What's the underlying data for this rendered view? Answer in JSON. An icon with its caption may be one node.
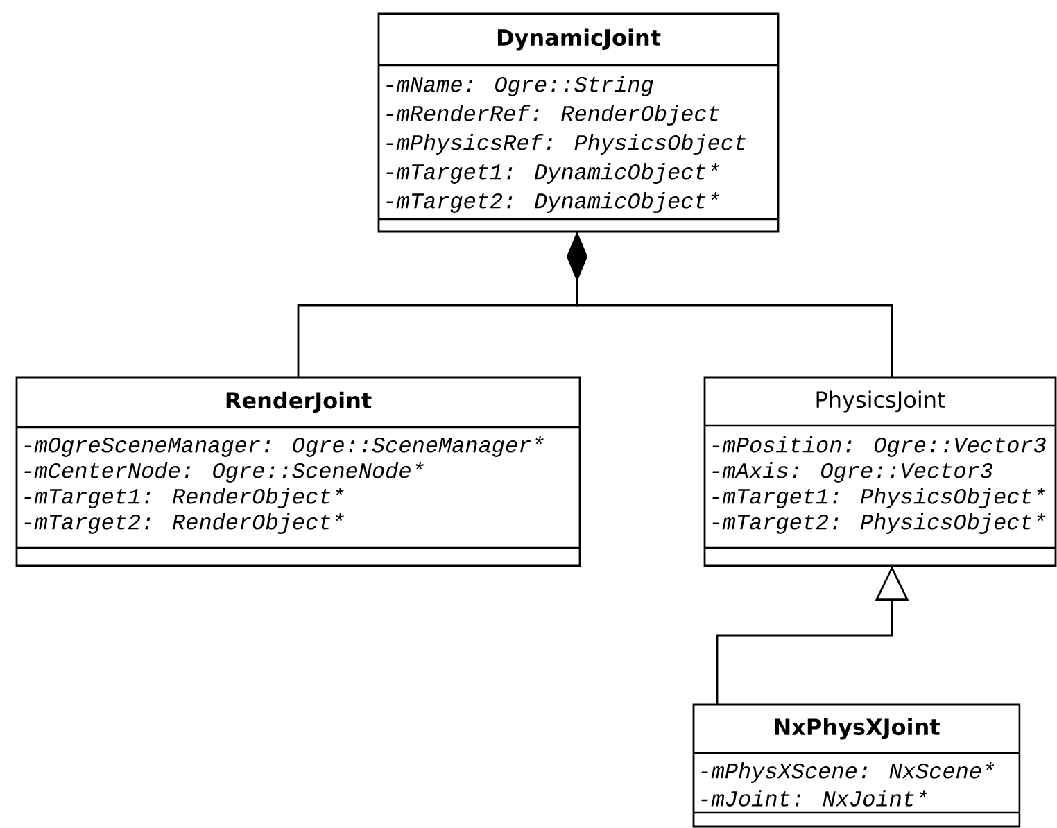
{
  "diagram": {
    "nodes": [
      {
        "text": [
          "DynamicJoint",
          "-mName: Ogre::String",
          "-mRenderRef: RenderObject",
          "-mPhysicsRef: PhysicsObject",
          "-mTarget1: DynamicObject*",
          "-mTarget2: DynamicObject*"
        ]
      },
      {
        "text": [
          "RenderJoint",
          "-mOgreSceneManager: Ogre::SceneManager*",
          "-mCenterNode: Ogre::SceneNode*",
          "-mTarget1: RenderObject*",
          "-mTarget2: RenderObject*"
        ]
      },
      {
        "text": [
          "PhysicsJoint",
          "-mPosition: Ogre::Vector3",
          "-mAxis: Ogre::Vector3",
          "-mTarget1: PhysicsObject*",
          "-mTarget2: PhysicsObject*"
        ]
      },
      {
        "text": [
          "NxPhysXJoint",
          "-mPhysXScene: NxScene*",
          "-mJoint: NxJoint*"
        ]
      }
    ],
    "edges": [
      {
        "from": 1,
        "to": 0,
        "arrow": "other"
      },
      {
        "from": 2,
        "to": 0,
        "arrow": "other"
      },
      {
        "from": 3,
        "to": 2,
        "arrow": "to"
      }
    ]
  }
}
